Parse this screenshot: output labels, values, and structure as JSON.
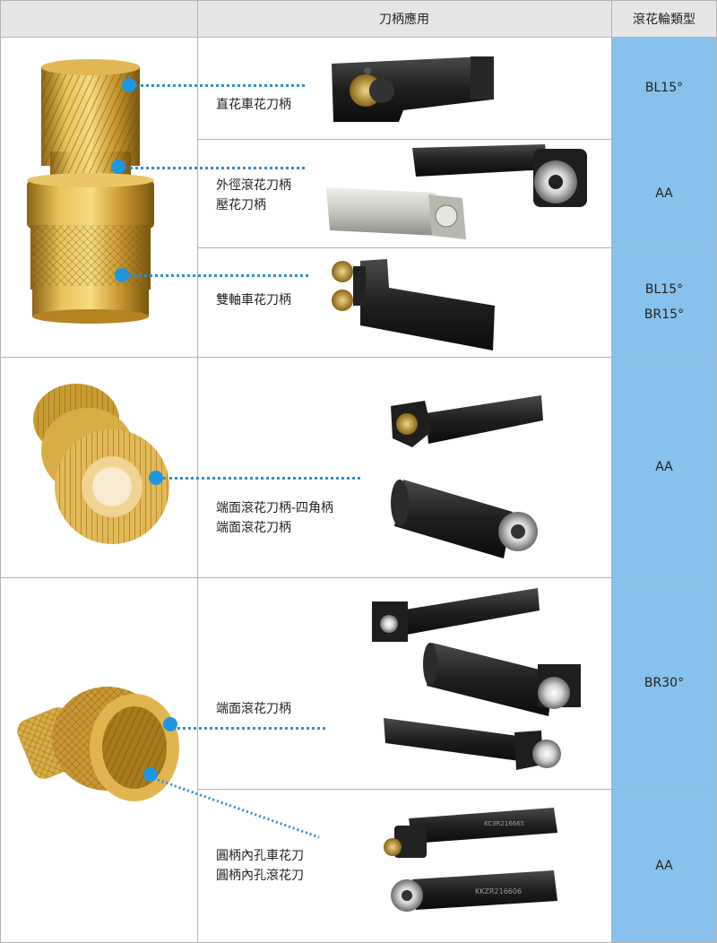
{
  "header": {
    "col_application": "刀柄應用",
    "col_wheel_type": "滾花輪類型"
  },
  "rows": [
    {
      "label_lines": [
        "直花車花刀柄"
      ],
      "types": [
        "BL15°"
      ]
    },
    {
      "label_lines": [
        "外徑滾花刀柄",
        "壓花刀柄"
      ],
      "types": [
        "AA"
      ]
    },
    {
      "label_lines": [
        "雙軸車花刀柄"
      ],
      "types": [
        "BL15°",
        "BR15°"
      ]
    },
    {
      "label_lines": [
        "端面滾花刀柄-四角柄",
        "端面滾花刀柄"
      ],
      "types": [
        "AA"
      ]
    },
    {
      "label_lines": [
        "端面滾花刀柄"
      ],
      "types": [
        "BR30°"
      ]
    },
    {
      "label_lines": [
        "圓柄內孔車花刀",
        "圓柄內孔滾花刀"
      ],
      "types": [
        "AA"
      ]
    }
  ],
  "tool_markings": {
    "bore_tool_1": "KC3R216665",
    "bore_tool_2": "KKZR216606"
  },
  "colors": {
    "header_bg": "#e6e6e6",
    "type_bg": "#88c2ec",
    "pointer": "#1f96e0",
    "brass": "#d4a93a",
    "steel": "#1c1c1c"
  }
}
